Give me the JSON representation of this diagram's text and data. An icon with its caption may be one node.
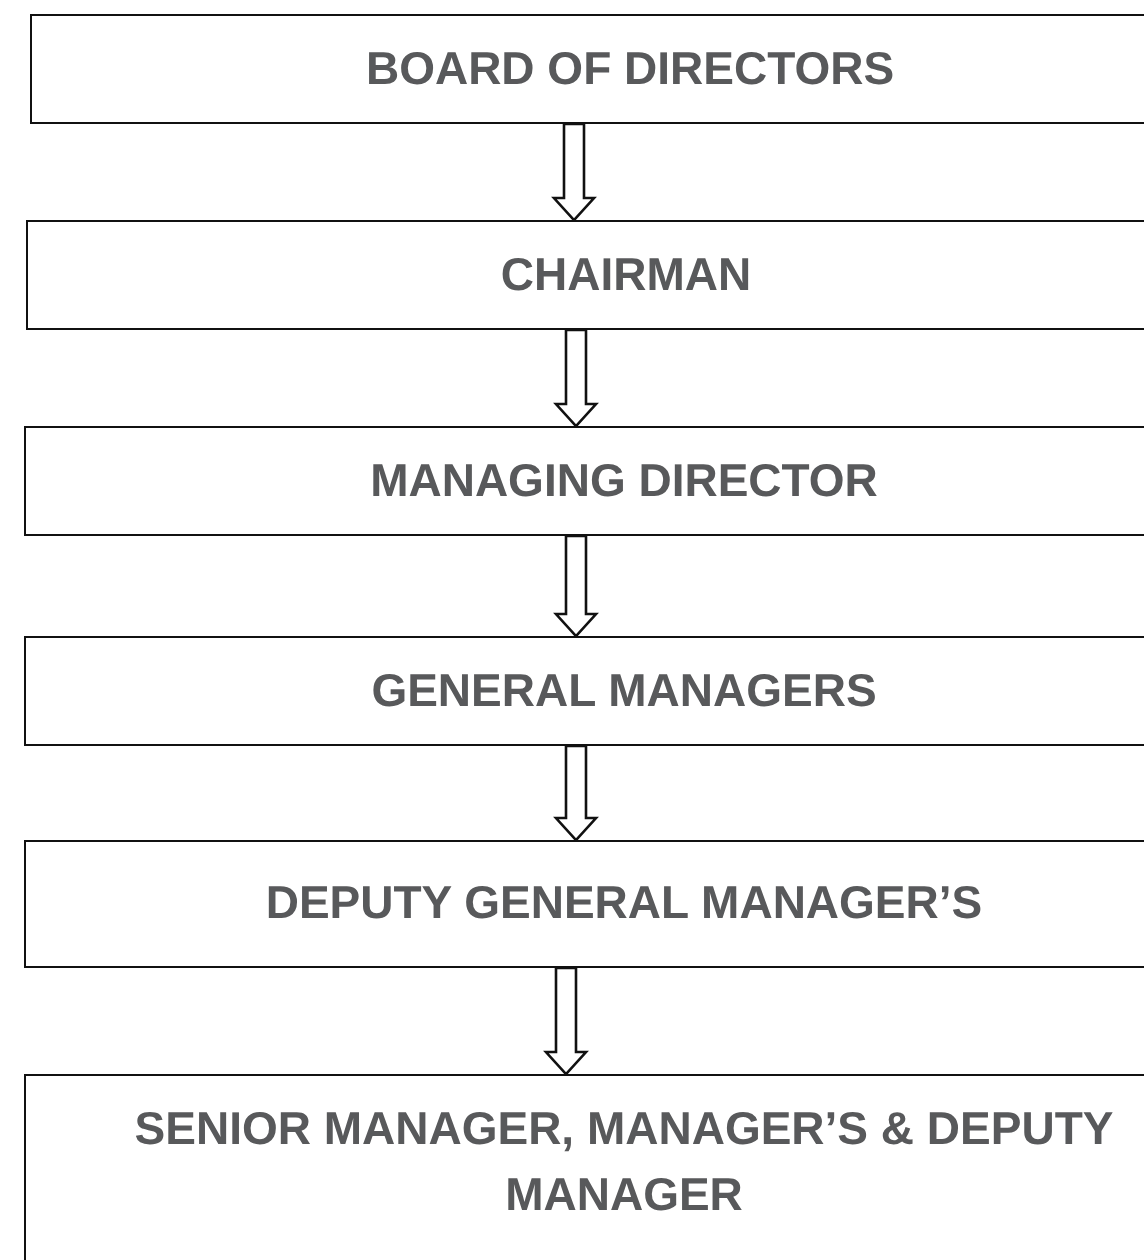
{
  "diagram": {
    "nodes": [
      {
        "text": [
          "BOARD OF DIRECTORS"
        ]
      },
      {
        "text": [
          "CHAIRMAN"
        ]
      },
      {
        "text": [
          "MANAGING DIRECTOR"
        ]
      },
      {
        "text": [
          "GENERAL MANAGERS"
        ]
      },
      {
        "text": [
          "DEPUTY GENERAL MANAGER’S"
        ]
      },
      {
        "text": [
          "SENIOR MANAGER, MANAGER’S & DEPUTY MANAGER"
        ]
      }
    ],
    "edges": [
      {
        "from": 0,
        "to": 1,
        "arrow": "to"
      },
      {
        "from": 1,
        "to": 2,
        "arrow": "to"
      },
      {
        "from": 2,
        "to": 3,
        "arrow": "to"
      },
      {
        "from": 3,
        "to": 4,
        "arrow": "to"
      },
      {
        "from": 4,
        "to": 5,
        "arrow": "to"
      }
    ]
  }
}
